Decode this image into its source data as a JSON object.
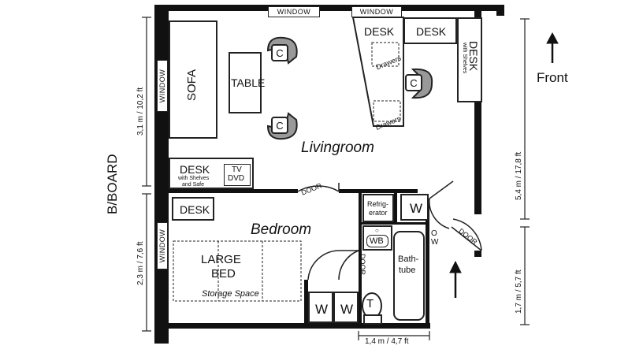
{
  "rooms": {
    "livingroom": "Livingroom",
    "bedroom": "Bedroom"
  },
  "furniture": {
    "sofa": "SOFA",
    "table": "TABLE",
    "desk_top_1": "DESK",
    "desk_top_2": "DESK",
    "desk_right": "DESK",
    "desk_right_note": "with Shelves",
    "drawers_1": "Drawers",
    "drawers_2": "Drawers",
    "desk_left": "DESK",
    "desk_left_note_1": "with Shelves",
    "desk_left_note_2": "and Safe",
    "tv": "TV",
    "dvd": "DVD",
    "desk_bedroom": "DESK",
    "bed_1": "LARGE",
    "bed_2": "BED",
    "bed_storage": "Storage  Space",
    "refrigerator_1": "Refrig-",
    "refrigerator_2": "erator",
    "wardrobe_kitchen": "W",
    "wardrobe_1": "W",
    "wardrobe_2": "W",
    "wash_basin": "WB",
    "toilet": "T",
    "bathtube_1": "Bath-",
    "bathtube_2": "tube",
    "ow_1": "O",
    "ow_2": "W",
    "chair": "C"
  },
  "windows": {
    "top_1": "WINDOW",
    "top_2": "WINDOW",
    "left_1": "WINDOW",
    "left_2": "WINDOW"
  },
  "doors": {
    "living_bedroom": "DOOR",
    "bathroom": "DOOR",
    "entrance": "DOOR"
  },
  "labels": {
    "board": "B/BOARD",
    "front": "Front"
  },
  "dimensions": {
    "left_top": "3,1 m / 10,2 ft",
    "left_bottom": "2,3 m / 7,6 ft",
    "right_top": "5,4 m / 17,8 ft",
    "right_bottom": "1,7 m / 5,7 ft",
    "bottom": "1,4 m / 4,7 ft"
  }
}
